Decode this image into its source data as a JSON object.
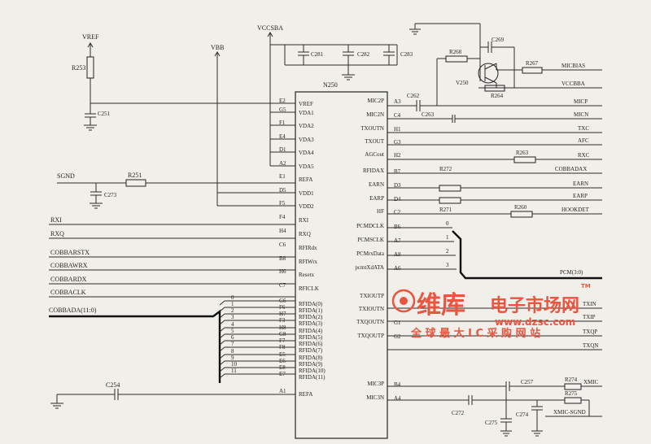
{
  "ic": {
    "ref": "N250",
    "left_pins": [
      {
        "num": "E2",
        "name": "VREF"
      },
      {
        "num": "G5",
        "name": "VDA1"
      },
      {
        "num": "F1",
        "name": "VDA2"
      },
      {
        "num": "E4",
        "name": "VDA3"
      },
      {
        "num": "D1",
        "name": "VDA4"
      },
      {
        "num": "A2",
        "name": "VDA5"
      },
      {
        "num": "E1",
        "name": "REFA"
      },
      {
        "num": "D5",
        "name": "VDD1"
      },
      {
        "num": "F5",
        "name": "VDD2"
      },
      {
        "num": "F4",
        "name": "RXI"
      },
      {
        "num": "H4",
        "name": "RXQ"
      },
      {
        "num": "C6",
        "name": "RFIRdx"
      },
      {
        "num": "B8",
        "name": "RFIWrx"
      },
      {
        "num": "H6",
        "name": "Resetx"
      },
      {
        "num": "C7",
        "name": "RFICLK"
      },
      {
        "num": "G6",
        "name": "RFIDA(0)"
      },
      {
        "num": "F6",
        "name": "RFIDA(1)"
      },
      {
        "num": "H7",
        "name": "RFIDA(2)"
      },
      {
        "num": "F3",
        "name": "RFIDA(3)"
      },
      {
        "num": "H8",
        "name": "RFIDA(4)"
      },
      {
        "num": "G8",
        "name": "RFIDA(5)"
      },
      {
        "num": "F7",
        "name": "RFIDA(6)"
      },
      {
        "num": "F8",
        "name": "RFIDA(7)"
      },
      {
        "num": "E5",
        "name": "RFIDA(8)"
      },
      {
        "num": "E6",
        "name": "RFIDA(9)"
      },
      {
        "num": "E8",
        "name": "RFIDA(10)"
      },
      {
        "num": "E7",
        "name": "RFIDA(11)"
      },
      {
        "num": "A1",
        "name": "REFA"
      }
    ],
    "right_pins": [
      {
        "num": "A3",
        "name": "MIC2P"
      },
      {
        "num": "C4",
        "name": "MIC2N"
      },
      {
        "num": "H1",
        "name": "TXOUTN"
      },
      {
        "num": "G3",
        "name": "TXOUT"
      },
      {
        "num": "H2",
        "name": "AGCout"
      },
      {
        "num": "B7",
        "name": "RFIDAX"
      },
      {
        "num": "D3",
        "name": "EARN"
      },
      {
        "num": "D4",
        "name": "EARP"
      },
      {
        "num": "C2",
        "name": "HF"
      },
      {
        "num": "B6",
        "name": "PCMDCLK"
      },
      {
        "num": "A7",
        "name": "PCMSCLK"
      },
      {
        "num": "A8",
        "name": "PCMrxData"
      },
      {
        "num": "A6",
        "name": "pcmtXdATA"
      },
      {
        "num": "",
        "name": "TXIOUTP"
      },
      {
        "num": "",
        "name": "TXIOUTN"
      },
      {
        "num": "G1",
        "name": "TXQOUTN"
      },
      {
        "num": "G2",
        "name": "TXQOUTP"
      },
      {
        "num": "B4",
        "name": "MIC3P"
      },
      {
        "num": "A4",
        "name": "MIC3N"
      }
    ]
  },
  "power": {
    "vref": "VREF",
    "vbb": "VBB",
    "vccsba": "VCCSBA",
    "sgnd": "SGND"
  },
  "components": {
    "r253": "R253",
    "c251": "C251",
    "r251": "R251",
    "c273": "C273",
    "c254": "C254",
    "c281": "C281",
    "c282": "C282",
    "c283": "C283",
    "c262": "C262",
    "c263": "C263",
    "c269": "C269",
    "r268": "R268",
    "r267": "R267",
    "r264": "R264",
    "v250": "V250",
    "r263": "R263",
    "r272": "R272",
    "r271": "R271",
    "r260": "R260",
    "c257": "C257",
    "r274": "R274",
    "r275": "R275",
    "c272": "C272",
    "c275": "C275",
    "c274": "C274"
  },
  "left_signals": {
    "rxi": "RXI",
    "rxq": "RXQ",
    "cobbarstx": "COBBARSTX",
    "cobbawrx": "COBBAWRX",
    "cobbardx": "COBBARDX",
    "cobbaclk": "COBBACLK",
    "cobbada": "COBBADA(11:0)"
  },
  "bus_indices": [
    "0",
    "1",
    "2",
    "3",
    "4",
    "5",
    "6",
    "7",
    "8",
    "9",
    "10",
    "11"
  ],
  "pcm_indices": [
    "0",
    "1",
    "2",
    "3"
  ],
  "right_signals": {
    "micbias": "MICBIAS",
    "vccbba": "VCCBBA",
    "micp": "MICP",
    "micn": "MICN",
    "txc": "TXC",
    "afc": "AFC",
    "rxc": "RXC",
    "cobbadax": "COBBADAX",
    "earn": "EARN",
    "earp": "EARP",
    "hookdet": "HOOKDET",
    "pcm": "PCM(3:0)",
    "txin": "TXIN",
    "txip": "TXIP",
    "txqp": "TXQP",
    "txqn": "TXQN",
    "xmic": "XMIC",
    "xmic_sgnd": "XMIC-SGND"
  },
  "watermark": {
    "brand": "维库",
    "suffix": "电子市场网",
    "tm": "TM",
    "url": "www.dzsc.com",
    "slogan": "全 球 最 大 I C 采 购 网 站"
  },
  "colors": {
    "ink": "#1f1f1f",
    "paper": "#f1efea",
    "watermark": "#e9553f"
  }
}
